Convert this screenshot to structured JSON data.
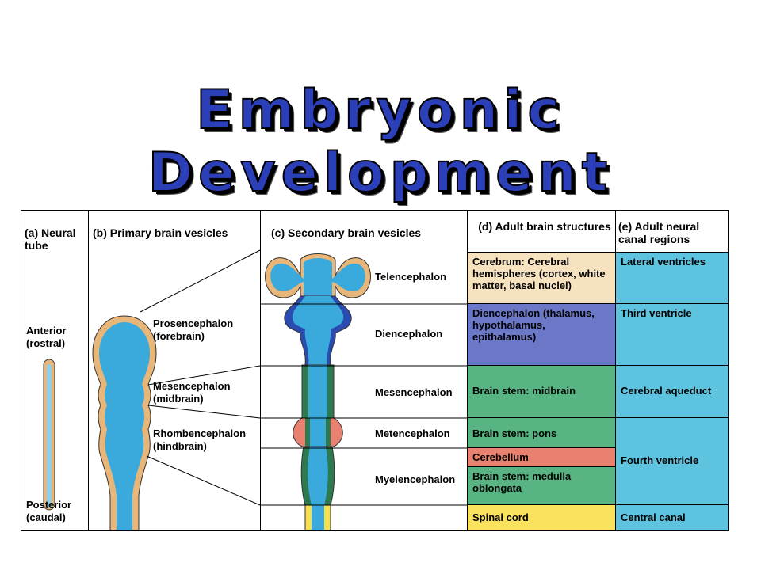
{
  "title": "Embryonic Development",
  "headers": {
    "a": "(a) Neural tube",
    "b": "(b) Primary brain vesicles",
    "c": "(c) Secondary brain vesicles",
    "d": "(d) Adult brain structures",
    "e": "(e) Adult neural canal regions"
  },
  "neural_tube": {
    "anterior": "Anterior (rostral)",
    "posterior": "Posterior (caudal)"
  },
  "primary_vesicles": [
    "Prosencephalon (forebrain)",
    "Mesencephalon (midbrain)",
    "Rhombencephalon (hindbrain)"
  ],
  "secondary_vesicles": [
    "Telencephalon",
    "Diencephalon",
    "Mesencephalon",
    "Metencephalon",
    "Myelencephalon"
  ],
  "adult_structures": [
    {
      "label": "Cerebrum: Cerebral hemispheres (cortex, white matter, basal nuclei)",
      "color": "#f7e2c0"
    },
    {
      "label": "Diencephalon (thalamus, hypothalamus, epithalamus)",
      "color": "#6b78c8"
    },
    {
      "label": "Brain stem: midbrain",
      "color": "#58b483"
    },
    {
      "label": "Brain stem: pons",
      "color": "#58b483"
    },
    {
      "label": "Cerebellum",
      "color": "#e8816f"
    },
    {
      "label": "Brain stem: medulla oblongata",
      "color": "#58b483"
    },
    {
      "label": "Spinal cord",
      "color": "#fbe25e"
    }
  ],
  "canal_regions": [
    {
      "label": "Lateral ventricles"
    },
    {
      "label": "Third ventricle"
    },
    {
      "label": "Cerebral aqueduct"
    },
    {
      "label": "Fourth ventricle"
    },
    {
      "label": "Central canal"
    }
  ],
  "colors": {
    "title": "#2a3fb8",
    "canal": "#5ec3de",
    "tissue_tan": "#e8b679",
    "lumen_blue": "#3aa9dc",
    "dien_blue": "#2a4bb0",
    "mes_green": "#2d7a50",
    "met_salmon": "#e8816f",
    "spinal_yellow": "#f6df4e"
  }
}
